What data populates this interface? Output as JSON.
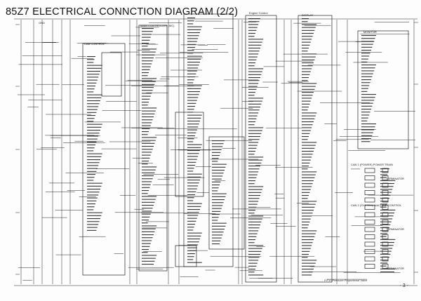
{
  "diagram": {
    "title": "85Z7 ELECTRICAL CONNCTION DIAGRAM (2/2)",
    "page_number": "- 3 -",
    "footnote": "P.P.V=Pressure Proportional Valve",
    "block_labels": {
      "cab_control": "CAB CONTROL",
      "main_controller": "MAIN CONTROLLER (MC)",
      "engine_control": "Engine Control",
      "display": "DISPLAY",
      "monitor": "MONITOR",
      "can_power": "CAN 1 (POWER) POWER TRAIN",
      "can_machine": "CAN 2 (SYSTEM) MACHINE CONTROL",
      "terminator_1": "TERMINATOR",
      "terminator_2": "TERMINATOR",
      "terminator_3": "TERMINATOR",
      "gnd": "GND"
    }
  }
}
